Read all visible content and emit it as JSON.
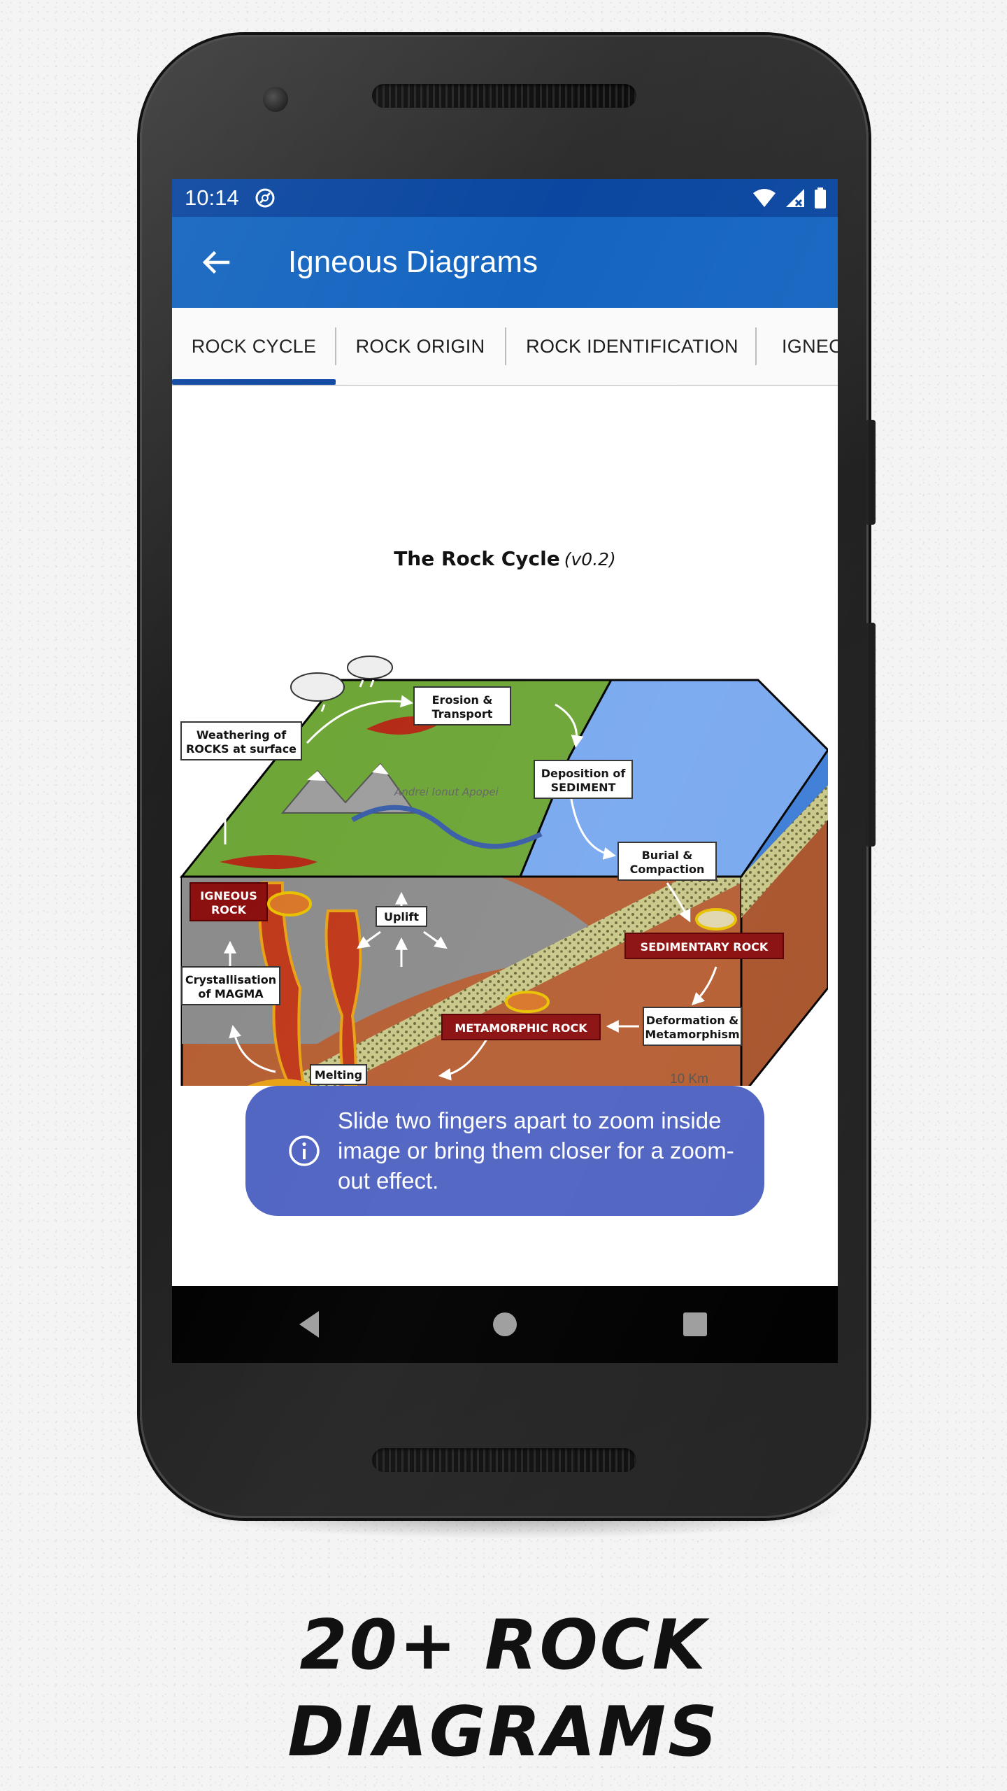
{
  "status_bar": {
    "time": "10:14",
    "icons": [
      "sync-circle-icon",
      "wifi-icon",
      "signal-icon",
      "battery-icon"
    ]
  },
  "app_bar": {
    "back_icon": "arrow-back-icon",
    "title": "Igneous Diagrams"
  },
  "tabs": [
    {
      "label": "ROCK CYCLE",
      "selected": true
    },
    {
      "label": "ROCK ORIGIN",
      "selected": false
    },
    {
      "label": "ROCK IDENTIFICATION",
      "selected": false
    },
    {
      "label": "IGNEO",
      "selected": false
    }
  ],
  "diagram": {
    "title": "The Rock Cycle",
    "version": "(v0.2)",
    "credit": "Andrei Ionut Apopei",
    "scale": "10 Km",
    "labels": {
      "weathering": [
        "Weathering of",
        "ROCKS at surface"
      ],
      "erosion": [
        "Erosion &",
        "Transport"
      ],
      "deposition": [
        "Deposition of",
        "SEDIMENT"
      ],
      "burial": [
        "Burial &",
        "Compaction"
      ],
      "uplift": "Uplift",
      "igneous": [
        "IGNEOUS",
        "ROCK"
      ],
      "sedimentary": "SEDIMENTARY ROCK",
      "metamorphic": "METAMORPHIC ROCK",
      "deformation": [
        "Deformation &",
        "Metamorphism"
      ],
      "crystallisation": [
        "Crystallisation",
        "of MAGMA"
      ],
      "melting": "Melting"
    }
  },
  "toast": {
    "icon": "info-icon",
    "message": "Slide two fingers apart to zoom inside image or bring them closer for a zoom-out effect."
  },
  "nav_bar": {
    "icons": [
      "nav-back-icon",
      "nav-home-icon",
      "nav-recents-icon"
    ]
  },
  "headline": {
    "line1": "20+ ROCK",
    "line2": "DIAGRAMS"
  },
  "colors": {
    "status_bar": "#0b47a0",
    "app_bar": "#1565c0",
    "tab_indicator": "#0d47a1",
    "toast": "#5064c2"
  }
}
